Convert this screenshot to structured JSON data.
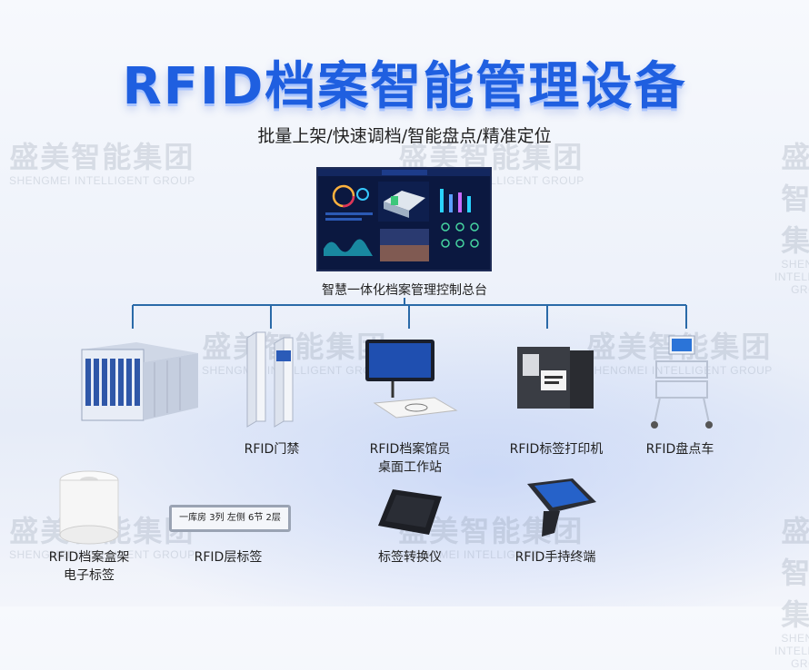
{
  "title": "RFID档案智能管理设备",
  "subtitle": "批量上架/快速调档/智能盘点/精准定位",
  "watermark": {
    "cn": "盛美智能集团",
    "en": "SHENGMEI INTELLIGENT GROUP"
  },
  "console": {
    "label": "智慧一体化档案管理控制总台"
  },
  "devices": [
    {
      "label1": "RFID门禁",
      "label2": ""
    },
    {
      "label1": "RFID档案馆员",
      "label2": "桌面工作站"
    },
    {
      "label1": "RFID标签打印机",
      "label2": ""
    },
    {
      "label1": "RFID盘点车",
      "label2": ""
    }
  ],
  "accessories": [
    {
      "label1": "RFID档案盒架",
      "label2": "电子标签"
    },
    {
      "label1": "RFID层标签",
      "label2": ""
    },
    {
      "label1": "标签转换仪",
      "label2": ""
    },
    {
      "label1": "RFID手持终端",
      "label2": ""
    }
  ],
  "shelf_tag": {
    "text": "一库房    3列  左侧  6节  2层"
  },
  "colors": {
    "title": "#1f5fe0",
    "line": "#2a6aa8"
  }
}
